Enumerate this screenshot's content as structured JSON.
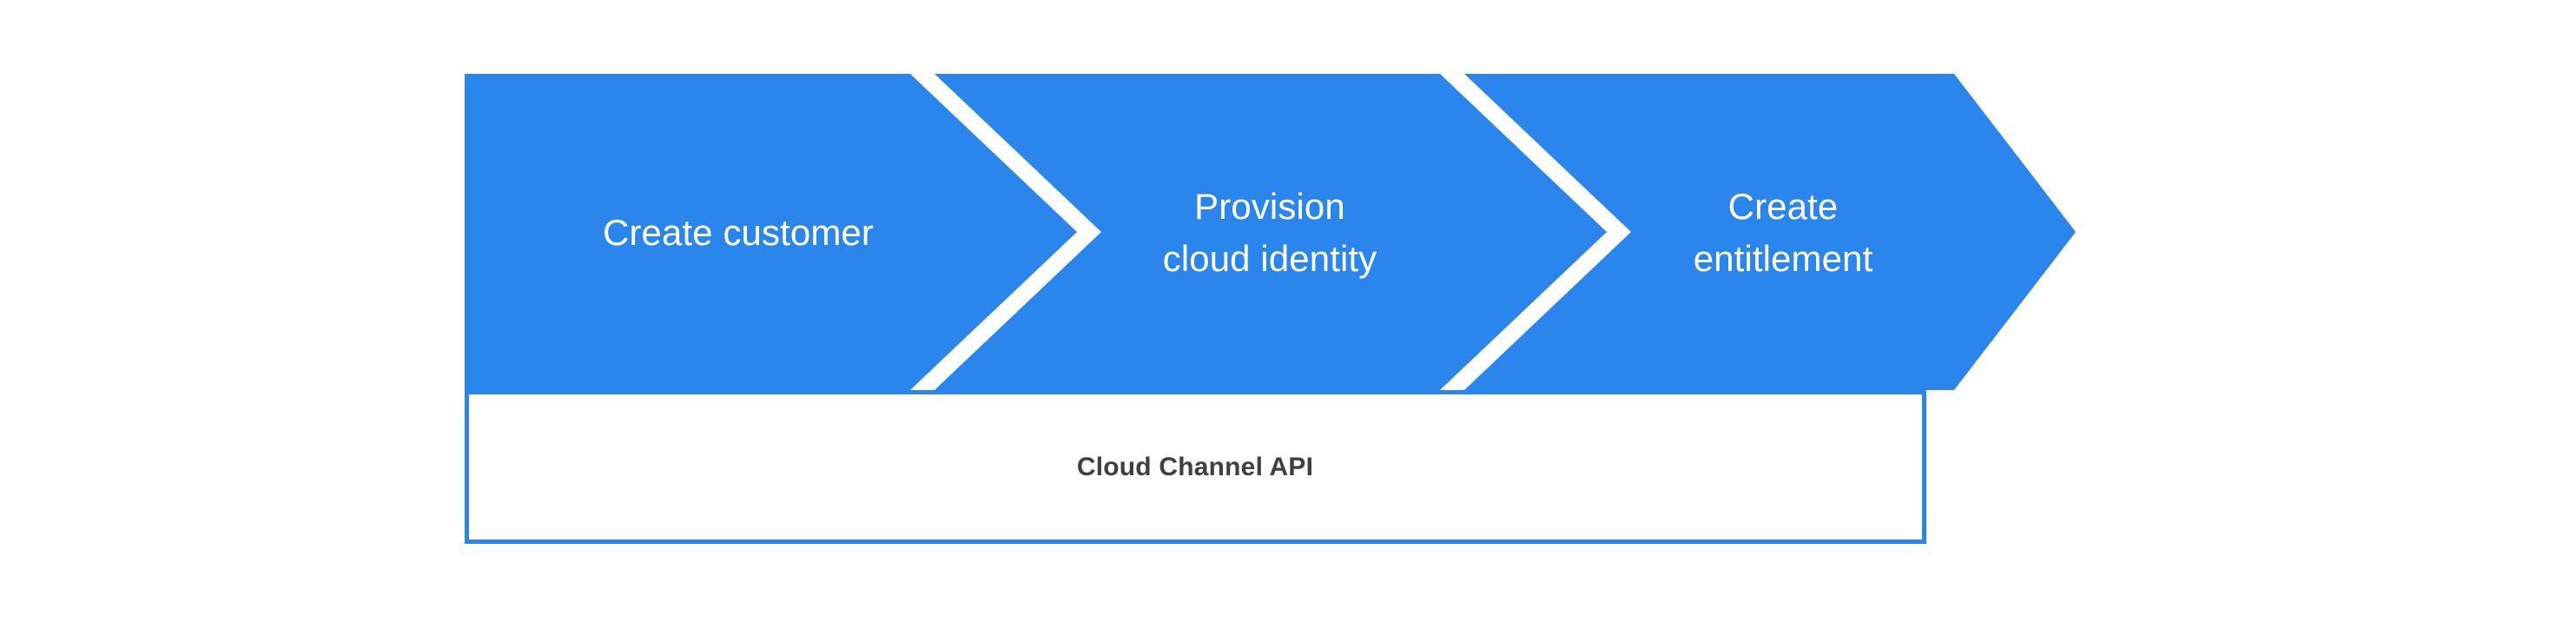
{
  "diagram": {
    "type": "process-flow-chevron",
    "background_color": "#ffffff",
    "accent_color": "#2a85ec",
    "step_text_color": "#ffffff",
    "bar_text_color": "#3c4043",
    "steps": [
      {
        "id": "create-customer",
        "label": "Create customer"
      },
      {
        "id": "provision-cloud-identity",
        "label": "Provision\ncloud identity"
      },
      {
        "id": "create-entitlement",
        "label": "Create\nentitlement"
      }
    ],
    "foundation_bar": {
      "id": "cloud-channel-api",
      "label": "Cloud Channel API"
    }
  }
}
